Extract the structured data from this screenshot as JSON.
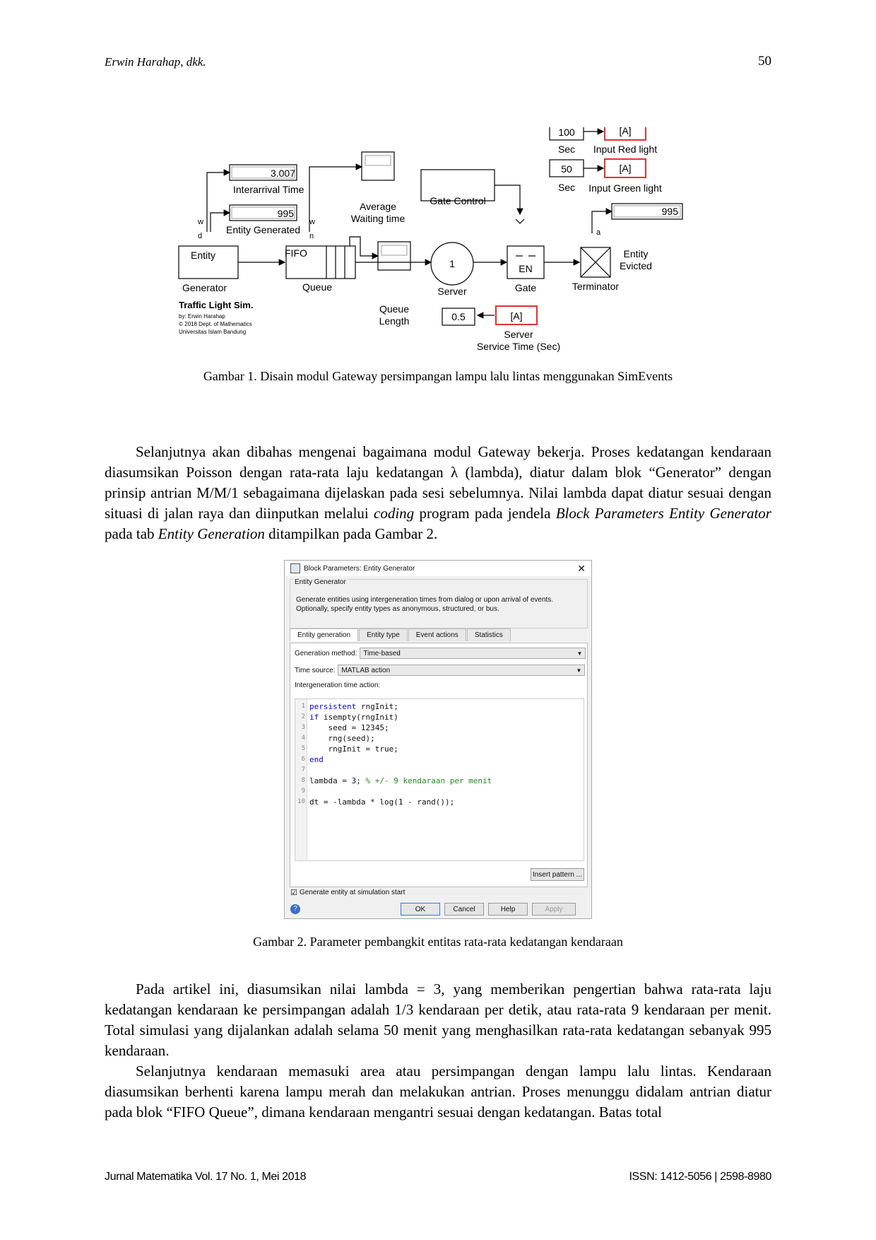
{
  "header": {
    "author": "Erwin Harahap, dkk.",
    "page_number": "50"
  },
  "figure1": {
    "caption": "Gambar 1. Disain modul Gateway persimpangan lampu lalu lintas menggunakan SimEvents",
    "blocks": {
      "interarrival_value": "3.007",
      "interarrival_label": "Interarrival Time",
      "entity_generated_value": "995",
      "entity_generated_label": "Entity Generated",
      "entity_generator_top": "Entity",
      "entity_generator_bottom": "Generator",
      "queue_top": "FIFO",
      "queue_label": "Queue",
      "avg_wait_label_1": "Average",
      "avg_wait_label_2": "Waiting time",
      "queue_length_1": "Queue",
      "queue_length_2": "Length",
      "gate_control": "Gate Control",
      "server_value": "1",
      "server_label": "Server",
      "gate_inner": "EN",
      "gate_label": "Gate",
      "terminator_label": "Terminator",
      "red_value": "100",
      "red_unit": "Sec",
      "red_tag": "[A]",
      "red_label": "Input Red light",
      "green_value": "50",
      "green_unit": "Sec",
      "green_tag": "[A]",
      "green_label": "Input Green light",
      "evicted_value": "995",
      "evicted_label_1": "Entity",
      "evicted_label_2": "Evicted",
      "service_value": "0.5",
      "service_tag": "[A]",
      "service_label_1": "Server",
      "service_label_2": "Service Time (Sec)",
      "port_w1": "w",
      "port_d": "d",
      "port_w2": "w",
      "port_n": "n",
      "port_a": "a",
      "credit_title": "Traffic Light Sim.",
      "credit_by": "by: Erwin Harahap",
      "credit_copy": "© 2018 Dept. of Mathematics",
      "credit_univ": "Universitas Islam Bandung"
    }
  },
  "paragraph1": {
    "before_coding": "Selanjutnya akan dibahas mengenai bagaimana modul Gateway bekerja. Proses kedatangan kendaraan diasumsikan Poisson dengan rata-rata laju kedatangan λ (lambda), diatur dalam blok “Generator” dengan prinsip antrian M/M/1 sebagaimana dijelaskan pada sesi sebelumnya. Nilai lambda dapat diatur sesuai dengan situasi di jalan raya dan diinputkan melalui ",
    "coding": "coding",
    "after_coding": " program pada jendela ",
    "block_params": "Block Parameters Entity Generator",
    "pada_tab": " pada tab ",
    "entity_generation": "Entity Generation",
    "end": " ditampilkan pada Gambar 2."
  },
  "dialog": {
    "title": "Block Parameters: Entity Generator",
    "group_label": "Entity Generator",
    "group_desc": "Generate entities using intergeneration times from dialog or upon arrival of events. Optionally, specify entity types as anonymous, structured, or bus.",
    "tabs": [
      "Entity generation",
      "Entity type",
      "Event actions",
      "Statistics"
    ],
    "generation_method_label": "Generation method:",
    "generation_method_value": "Time-based",
    "time_source_label": "Time source:",
    "time_source_value": "MATLAB action",
    "intergen_label": "Intergeneration time action:",
    "code_lines": [
      {
        "n": "1",
        "kw": "persistent",
        "rest": " rngInit;",
        "cm": ""
      },
      {
        "n": "2",
        "kw": "if",
        "rest": " isempty(rngInit)",
        "cm": ""
      },
      {
        "n": "3",
        "kw": "",
        "rest": "    seed = 12345;",
        "cm": ""
      },
      {
        "n": "4",
        "kw": "",
        "rest": "    rng(seed);",
        "cm": ""
      },
      {
        "n": "5",
        "kw": "",
        "rest": "    rngInit = true;",
        "cm": ""
      },
      {
        "n": "6",
        "kw": "end",
        "rest": "",
        "cm": ""
      },
      {
        "n": "7",
        "kw": "",
        "rest": "",
        "cm": ""
      },
      {
        "n": "8",
        "kw": "",
        "rest": "lambda = 3; ",
        "cm": "% +/- 9 kendaraan per menit"
      },
      {
        "n": "9",
        "kw": "",
        "rest": "",
        "cm": ""
      },
      {
        "n": "10",
        "kw": "",
        "rest": "dt = -lambda * log(1 - rand());",
        "cm": ""
      }
    ],
    "insert_pattern": "Insert pattern ...",
    "generate_at_start": "Generate entity at simulation start",
    "buttons": {
      "ok": "OK",
      "cancel": "Cancel",
      "help": "Help",
      "apply": "Apply"
    }
  },
  "figure2_caption": "Gambar 2. Parameter pembangkit entitas rata-rata kedatangan kendaraan",
  "paragraph2": "Pada artikel ini, diasumsikan nilai lambda = 3, yang memberikan pengertian bahwa rata-rata laju kedatangan kendaraan ke persimpangan adalah 1/3 kendaraan per detik, atau rata-rata 9 kendaraan per menit. Total simulasi yang dijalankan adalah selama 50 menit yang menghasilkan rata-rata kedatangan sebanyak 995 kendaraan.",
  "paragraph3": "Selanjutnya kendaraan memasuki area atau persimpangan dengan lampu lalu lintas. Kendaraan diasumsikan berhenti karena lampu merah dan melakukan antrian. Proses menunggu didalam antrian diatur pada blok “FIFO Queue”, dimana kendaraan mengantri sesuai dengan kedatangan. Batas total",
  "footer": {
    "journal": "Jurnal Matematika Vol. 17 No. 1, Mei 2018",
    "issn": "ISSN: 1412-5056 | 2598-8980"
  }
}
